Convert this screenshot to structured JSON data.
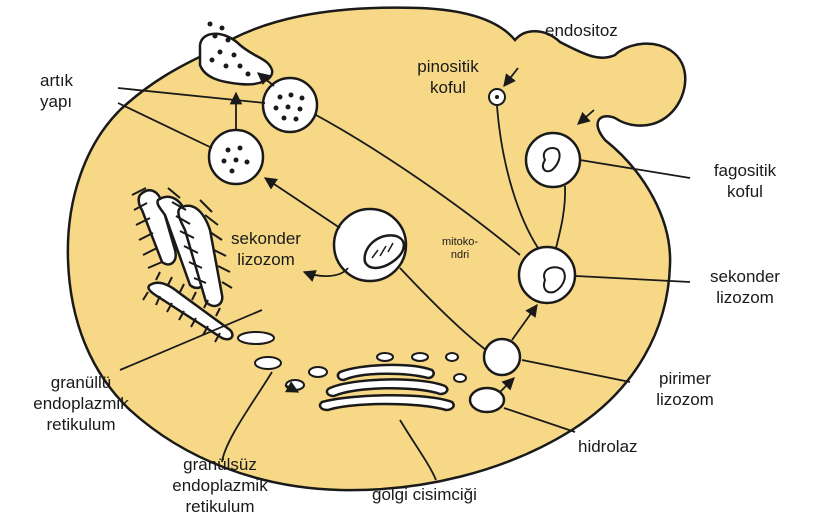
{
  "colors": {
    "cytoplasm": "#f6d886",
    "outline": "#1a1a1a",
    "vesicle_fill": "#ffffff",
    "frame_glow": "#e9eef8"
  },
  "labels": {
    "endositoz": "endositoz",
    "pinositik_koful": [
      "pinositik",
      "koful"
    ],
    "artik_yapi": [
      "artık",
      "yapı"
    ],
    "fagositik_koful": [
      "fagositik",
      "koful"
    ],
    "sekonder_lizozom_left": [
      "sekonder",
      "lizozom"
    ],
    "mitokondri": [
      "mitoko-",
      "ndri"
    ],
    "sekonder_lizozom_right": [
      "sekonder",
      "lizozom"
    ],
    "granullu_er": [
      "granüllü",
      "endoplazmik",
      "retikulum"
    ],
    "pirimer_lizozom": [
      "pirimer",
      "lizozom"
    ],
    "hidrolaz": "hidrolaz",
    "granulsuz_er": [
      "granülsüz",
      "endoplazmik",
      "retikulum"
    ],
    "golgi": "golgi cisimciği"
  }
}
